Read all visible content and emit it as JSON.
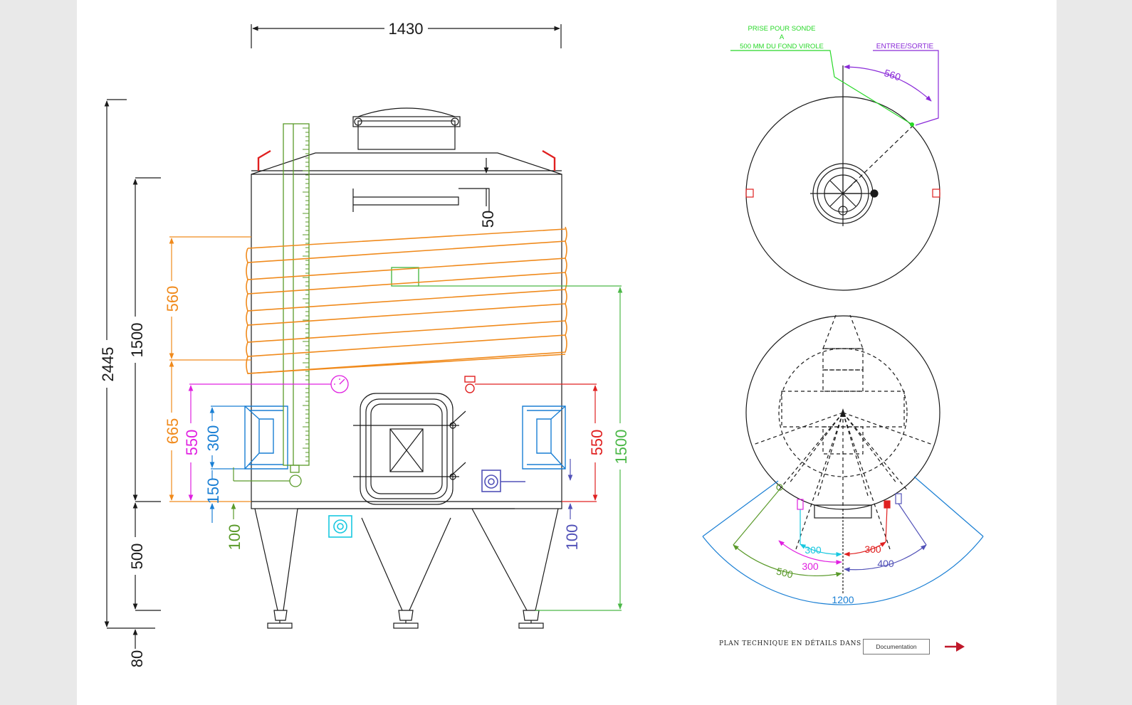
{
  "colors": {
    "line": "#1a1a1a",
    "orange": "#f08a1c",
    "green": "#4cb848",
    "olive": "#5a9a2a",
    "magenta": "#e020e0",
    "blue": "#1a7fd4",
    "red": "#e02020",
    "cyan": "#18c8e0",
    "indigo": "#5252b8",
    "purple": "#8a2ad8",
    "probe_green": "#28d828"
  },
  "front_view": {
    "width_dim": "1430",
    "total_height_dim": "2445",
    "shell_height_dim": "1500",
    "legs_dim": "500",
    "feet_dim": "80",
    "top_offset_dim": "50",
    "jacket_height_dim": "560",
    "jacket_base_dim": "665",
    "gauge_height_dim": "550",
    "door_opening_dim": "300",
    "door_base_dim": "150",
    "outlet_left_dim": "100",
    "tap_height_dim": "550",
    "probe_height_dim": "1500",
    "outlet_right_dim": "100"
  },
  "top_view": {
    "probe_label_line1": "PRISE POUR SONDE",
    "probe_label_line2": "A",
    "probe_label_line3": "500 MM DU FOND VIROLE",
    "inout_label": "ENTREE/SORTIE",
    "arc_dim": "560"
  },
  "bottom_view": {
    "cyan_dim": "300",
    "red_dim": "300",
    "magenta_dim": "300",
    "indigo_dim": "400",
    "olive_dim": "500",
    "blue_dim": "1200"
  },
  "footer": {
    "note": "PLAN TECHNIQUE EN DÉTAILS DANS",
    "button_label": "Documentation",
    "arrow_icon": "arrow-right-icon"
  }
}
